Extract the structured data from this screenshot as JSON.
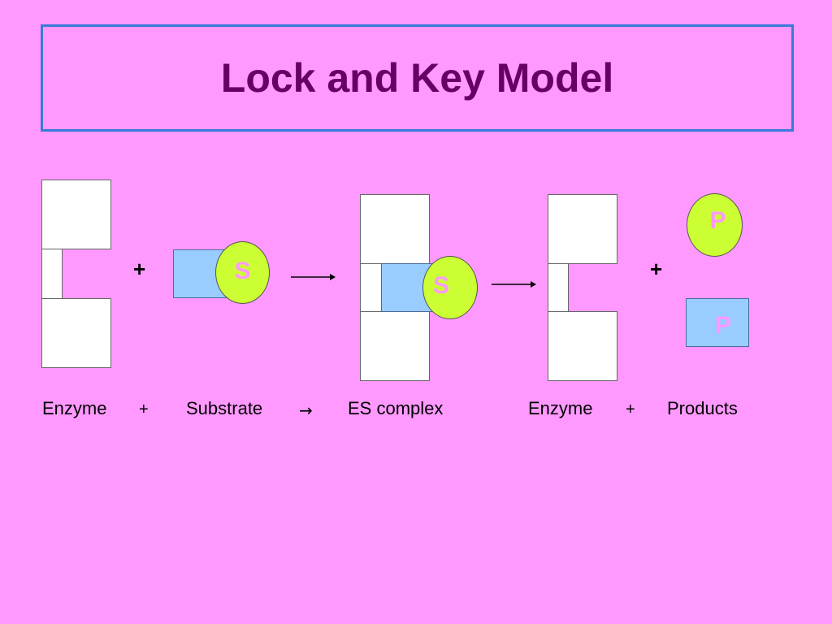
{
  "slide": {
    "title": "Lock and Key Model"
  },
  "diagram": {
    "plus_symbol": "+",
    "substrate_letter": "S",
    "product_letter": "P",
    "reaction_arrow_glyph": "→",
    "captions": {
      "enzyme": "Enzyme",
      "plus": "+",
      "substrate": "Substrate",
      "es_complex": "ES complex",
      "enzyme_2": "Enzyme",
      "plus_2": "+",
      "products": "Products"
    }
  },
  "colors": {
    "background": "#ff99ff",
    "title_text": "#660066",
    "title_border": "#3a7ad9",
    "enzyme_fill": "#ffffff",
    "substrate_rect": "#99ccff",
    "substrate_circle": "#ccff33"
  }
}
